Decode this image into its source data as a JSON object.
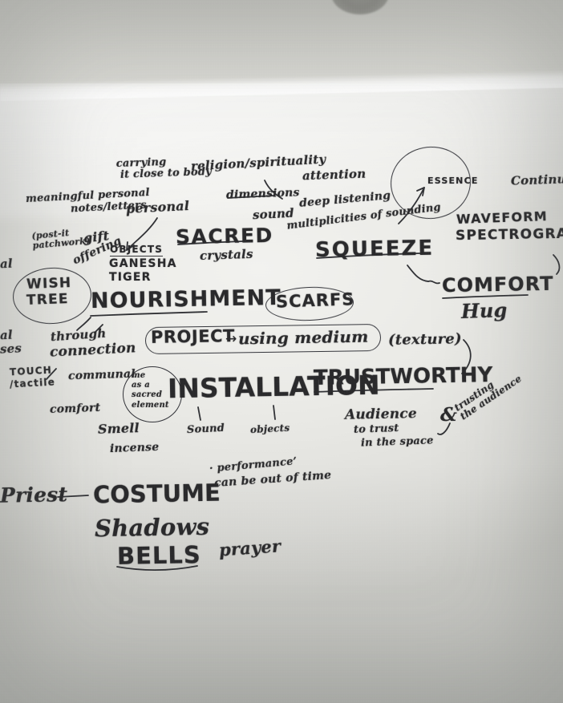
{
  "scene": {
    "type": "photograph-of-whiteboard",
    "subject": "handwritten brainstorm mind map",
    "board_color": "#ebebe7",
    "ink_color": "#2a2a2c",
    "ceiling_color": "#cdcdc8"
  },
  "notes": {
    "carrying_close": "carrying\n it close to body",
    "religion_spirituality": "religion/spirituality",
    "attention": "attention",
    "dimensions": "dimensions",
    "deep_listening": "deep listening",
    "sound": "sound",
    "multiplicities": "multiplicities of sounding",
    "essence": "ESSENCE",
    "continuous": "Continuous",
    "waveform": "WAVEFORM",
    "spectrogram": "SPECTROGRA",
    "meaningful_personal": "meaningful personal",
    "notes_letters": "notes/letters",
    "personal": "personal",
    "postit_patchwork": "(post-it\npatchwork)",
    "gift": "gift",
    "offering": "offering",
    "objects": "OBJECTS",
    "ganesha": "GANESHA",
    "tiger": "TIGER",
    "sacred": "SACRED",
    "crystals": "crystals",
    "squeeze": "SQUEEZE",
    "comfort_caps": "COMFORT",
    "hug": "Hug",
    "wish": "WISH",
    "tree": "TREE",
    "nourishment": "NOURISHMENT",
    "scarfs": "SCARFS",
    "left_cut_1": "al",
    "left_cut_2": "al",
    "left_cut_3": "ses",
    "through": "through",
    "connection": "connection",
    "project": "PROJECT",
    "arrow_using_medium": "using medium",
    "texture": "(texture)",
    "touch": "TOUCH",
    "tactile": "/tactile",
    "communal": "communal",
    "me_as_a": "me\nas a\nsacred\nelement",
    "installation": "INSTALLATION",
    "trustworthy": "TRUSTWORTHY",
    "ampersand": "&",
    "trusting_audience": "trusting\nthe audience",
    "comfort_small": "comfort",
    "smell": "Smell",
    "incense": "incense",
    "sound_small": "Sound",
    "objects_small": "objects",
    "audience": "Audience",
    "to_trust": "to trust",
    "in_the_space": "in the space",
    "performance_quote": "· performance’",
    "can_be_out_of_time": "can be out of time",
    "priest": "Priest",
    "dash": "—",
    "costume": "COSTUME",
    "shadows": "Shadows",
    "bells": "BELLS",
    "prayer": "prayer"
  }
}
